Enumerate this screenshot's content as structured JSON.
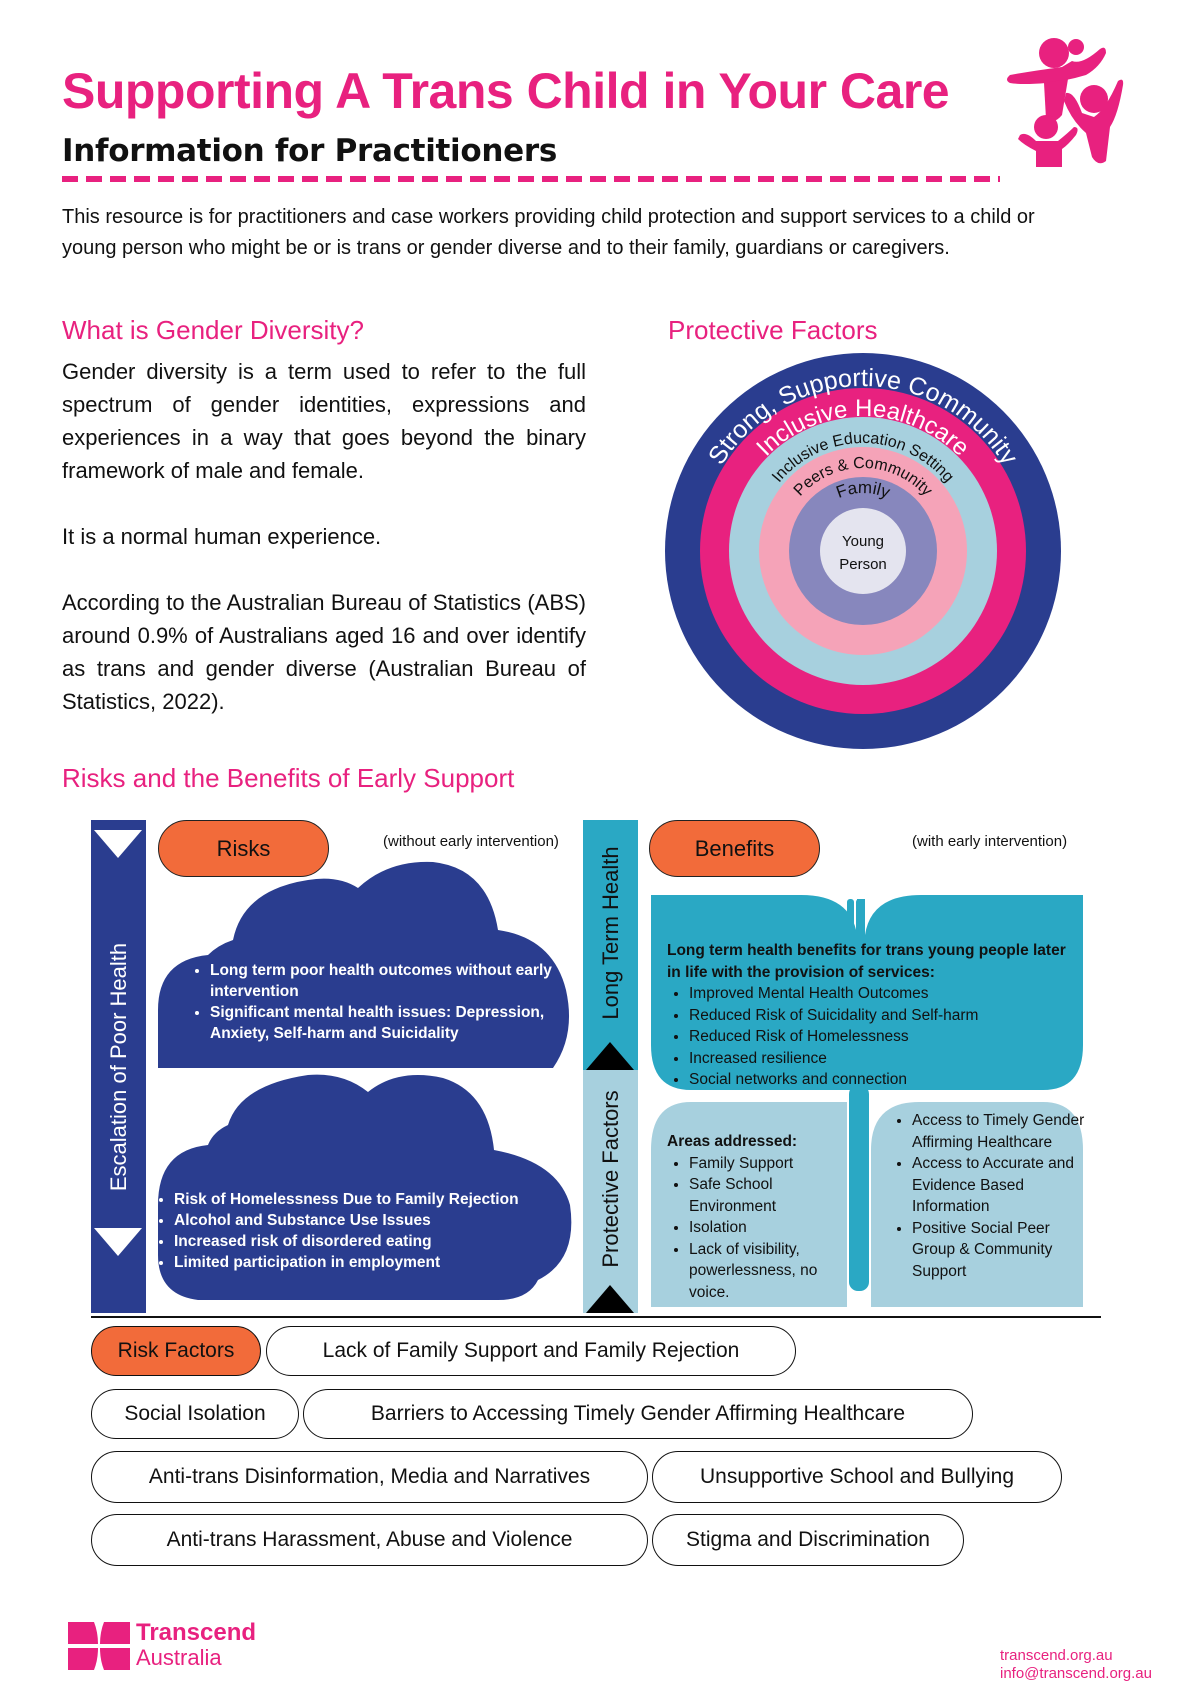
{
  "header": {
    "title": "Supporting A Trans Child in Your Care",
    "subtitle": "Information for Practitioners",
    "intro": "This resource is for practitioners and case workers providing child protection and support services to a child or young person who might be or is trans or gender diverse and to their family, guardians or caregivers."
  },
  "gender_diversity": {
    "heading": "What is Gender Diversity?",
    "paragraphs": [
      "Gender diversity is a term used to refer to the full spectrum of gender identities, expressions and experiences in a way that goes beyond the binary framework of male and female.",
      "It is a normal human experience.",
      "According to the Australian Bureau of Statistics (ABS) around 0.9% of Australians aged 16 and over identify as trans and gender diverse (Australian Bureau of Statistics, 2022)."
    ]
  },
  "protective_factors": {
    "heading": "Protective Factors",
    "rings": [
      {
        "label": "Strong, Supportive Community",
        "color": "#2a3d8f",
        "text_color": "#ffffff"
      },
      {
        "label": "Inclusive Healthcare",
        "color": "#e8217f",
        "text_color": "#ffffff"
      },
      {
        "label": "Inclusive Education Setting",
        "color": "#a7d0de",
        "text_color": "#111111"
      },
      {
        "label": "Peers & Community",
        "color": "#f5a3b8",
        "text_color": "#111111"
      },
      {
        "label": "Family",
        "color": "#8787bd",
        "text_color": "#111111"
      }
    ],
    "center": {
      "line1": "Young",
      "line2": "Person",
      "color": "#e4e4ef"
    }
  },
  "risks_benefits": {
    "heading": "Risks and the Benefits of Early Support",
    "escalation_label": "Escalation of Poor Health",
    "long_term_label": "Long Term Health",
    "protective_label": "Protective Factors",
    "risks_label": "Risks",
    "risks_note": "(without early intervention)",
    "benefits_label": "Benefits",
    "benefits_note": "(with early intervention)",
    "cloud1": [
      "Long term poor health outcomes without early intervention",
      "Significant mental health issues: Depression, Anxiety, Self-harm and Suicidality"
    ],
    "cloud2": [
      "Risk of Homelessness Due to Family Rejection",
      "Alcohol and Substance Use Issues",
      "Increased risk of disordered eating",
      "Limited participation in employment"
    ],
    "benefits_intro": "Long term health benefits for trans young people later in life with the provision of services:",
    "benefits_items": [
      "Improved Mental Health Outcomes",
      "Reduced Risk of Suicidality and Self-harm",
      "Reduced Risk of Homelessness",
      "Increased resilience",
      "Social networks and connection"
    ],
    "areas_heading": "Areas addressed:",
    "areas_left": [
      "Family Support",
      "Safe School Environment",
      "Isolation",
      "Lack of visibility, powerlessness, no voice."
    ],
    "areas_right": [
      "Access to Timely Gender Affirming Healthcare",
      "Access to Accurate and  Evidence Based Information",
      "Positive Social Peer Group & Community Support"
    ]
  },
  "risk_factors": {
    "label": "Risk Factors",
    "items": [
      "Lack of Family Support and Family Rejection",
      "Social Isolation",
      "Barriers to Accessing Timely Gender Affirming Healthcare",
      "Anti-trans Disinformation, Media and Narratives",
      "Unsupportive School and Bullying",
      "Anti-trans Harassment, Abuse and Violence",
      "Stigma and Discrimination"
    ]
  },
  "footer": {
    "logo_line1": "Transcend",
    "logo_line2": "Australia",
    "website": "transcend.org.au",
    "email": "info@transcend.org.au"
  },
  "colors": {
    "brand_pink": "#e8217f",
    "navy": "#2a3d8f",
    "teal": "#2aa8c4",
    "light_blue": "#a7d0de",
    "orange": "#f26b3a"
  }
}
